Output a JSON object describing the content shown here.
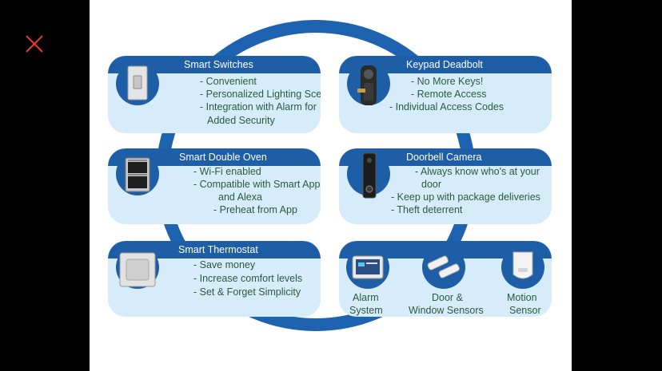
{
  "viewer": {
    "close_icon": "close-icon",
    "close_color": "#e53935"
  },
  "cards": {
    "smart_switches": {
      "title": "Smart Switches",
      "lines": [
        "- Convenient",
        "- Personalized Lighting Scenes",
        "- Integration with Alarm for",
        "Added Security"
      ]
    },
    "keypad_deadbolt": {
      "title": "Keypad Deadbolt",
      "lines": [
        "- No More Keys!",
        "- Remote Access",
        "- Individual Access Codes"
      ]
    },
    "smart_double_oven": {
      "title": "Smart Double Oven",
      "lines": [
        "- Wi-Fi enabled",
        "- Compatible with Smart Apps",
        "and Alexa",
        "- Preheat from App"
      ]
    },
    "doorbell_camera": {
      "title": "Doorbell Camera",
      "lines": [
        "- Always know who's at your",
        "door",
        "- Keep up with package deliveries",
        "- Theft deterrent"
      ]
    },
    "smart_thermostat": {
      "title": "Smart Thermostat",
      "lines": [
        "- Save money",
        "- Increase comfort levels",
        "- Set & Forget Simplicity"
      ]
    },
    "security": {
      "items": [
        {
          "label_1": "Alarm",
          "label_2": "System"
        },
        {
          "label_1": "Door &",
          "label_2": "Window Sensors"
        },
        {
          "label_1": "Motion",
          "label_2": "Sensor"
        }
      ]
    }
  },
  "colors": {
    "ring": "#1d63b0",
    "card_header": "#1e5ea6",
    "card_body": "#d6ecfb",
    "text": "#2c5a3c"
  }
}
